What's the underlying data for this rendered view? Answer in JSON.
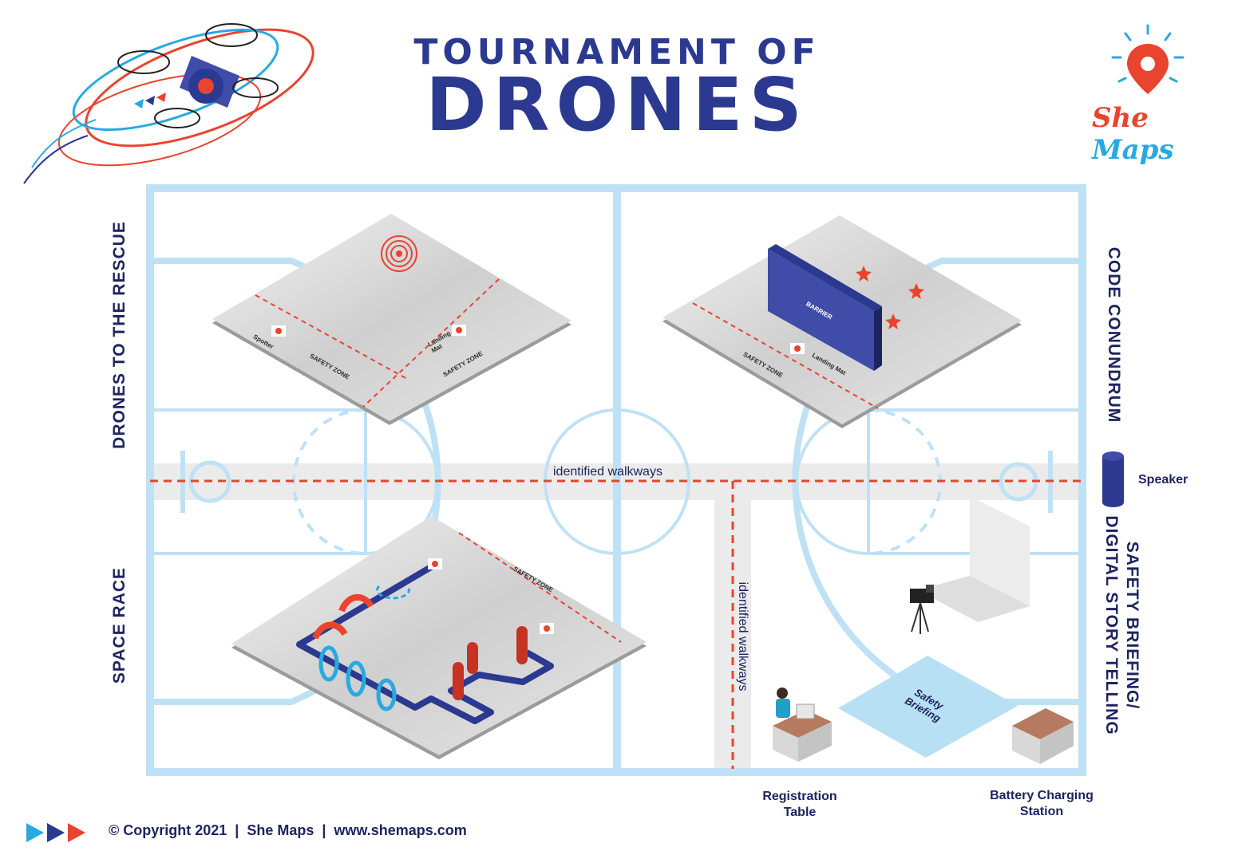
{
  "header": {
    "title_line1": "TOURNAMENT OF",
    "title_line2": "DRONES"
  },
  "logo": {
    "brand_part1": "She",
    "brand_part2": "Maps",
    "icon": "map-pin-icon"
  },
  "zones": {
    "top_left_label": "DRONES TO THE RESCUE",
    "bottom_left_label": "SPACE RACE",
    "top_right_label": "CODE CONUNDRUM",
    "bottom_right_label": "SAFETY BRIEFING/ DIGITAL STORY TELLING"
  },
  "walkways": {
    "horizontal_label": "identified walkways",
    "vertical_label": "identified walkways"
  },
  "mats": {
    "rescue": {
      "spotter": "Spotter",
      "safety_zone_1": "SAFETY ZONE",
      "landing_mat": "Landing Mat",
      "safety_zone_2": "SAFETY ZONE"
    },
    "code": {
      "barrier": "BARRIER",
      "safety_zone": "SAFETY ZONE",
      "landing_mat": "Landing Mat"
    },
    "race": {
      "safety_zone": "SAFETY ZONE"
    }
  },
  "briefing": {
    "mat_label": "Safety Briefing"
  },
  "legend": {
    "speaker": "Speaker"
  },
  "stations": {
    "registration": "Registration Table",
    "battery": "Battery Charging Station"
  },
  "footer": {
    "copyright": "© Copyright 2021  |  She Maps  |  www.shemaps.com"
  },
  "colors": {
    "navy": "#2b3990",
    "court_line": "#bfe1f5",
    "red": "#e8442f",
    "cyan": "#29a9e1"
  }
}
